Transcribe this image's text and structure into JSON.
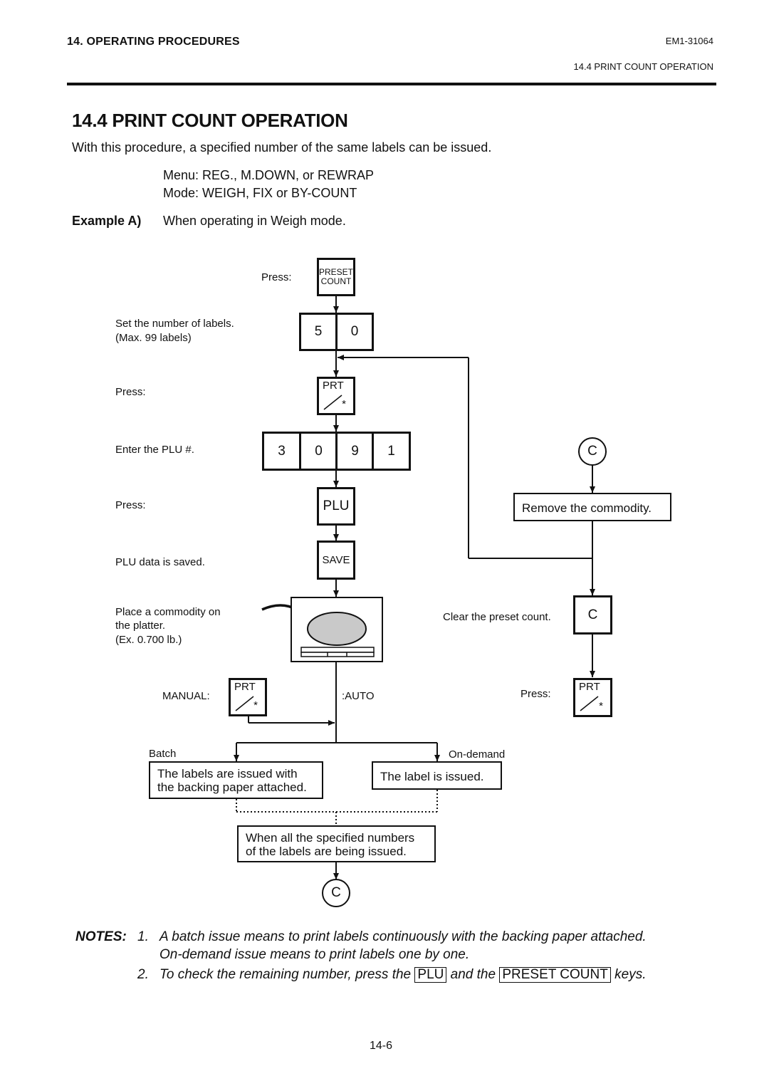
{
  "header": {
    "section": "14. OPERATING PROCEDURES",
    "doc_id": "EM1-31064",
    "subsection": "14.4 PRINT COUNT OPERATION"
  },
  "title": "14.4  PRINT COUNT OPERATION",
  "intro": "With this procedure, a specified number of the same labels can be issued.",
  "menu_line": "Menu:  REG., M.DOWN, or REWRAP",
  "mode_line": "Mode:  WEIGH, FIX or BY-COUNT",
  "example": {
    "label": "Example A)",
    "text": "When operating in Weigh mode."
  },
  "flow": {
    "press_label": "Press:",
    "set_labels_line1": "Set the number of labels.",
    "set_labels_line2": "(Max. 99 labels)",
    "enter_plu": "Enter the PLU #.",
    "plu_saved": "PLU data is saved.",
    "place_line1": "Place a commodity on",
    "place_line2": "the platter.",
    "place_line3": "(Ex. 0.700 lb.)",
    "manual": "MANUAL:",
    "auto": ":AUTO",
    "batch": "Batch",
    "on_demand": "On-demand",
    "batch_box_line1": "The labels are issued with",
    "batch_box_line2": "the backing paper attached.",
    "ondemand_box": "The label is issued.",
    "all_issued_line1": "When all the specified numbers",
    "all_issued_line2": "of the labels are being issued.",
    "remove_commodity": "Remove the commodity.",
    "clear_preset": "Clear the preset count.",
    "connector": "C"
  },
  "keys": {
    "preset_count_line1": "PRESET",
    "preset_count_line2": "COUNT",
    "labels_digits": [
      "5",
      "0"
    ],
    "plu_digits": [
      "3",
      "0",
      "9",
      "1"
    ],
    "prt": "PRT",
    "star": "*",
    "plu": "PLU",
    "save": "SAVE",
    "clear": "C"
  },
  "notes": {
    "label": "NOTES:",
    "n1_num": "1.",
    "n1_line1": "A batch issue means to print labels continuously with the backing paper attached.",
    "n1_line2": "On-demand issue means to print labels one by one.",
    "n2_num": "2.",
    "n2_pre": "To check the remaining number, press the",
    "n2_key1": "PLU",
    "n2_mid": "and the",
    "n2_key2": "PRESET COUNT",
    "n2_post": "keys."
  },
  "page_number": "14-6"
}
